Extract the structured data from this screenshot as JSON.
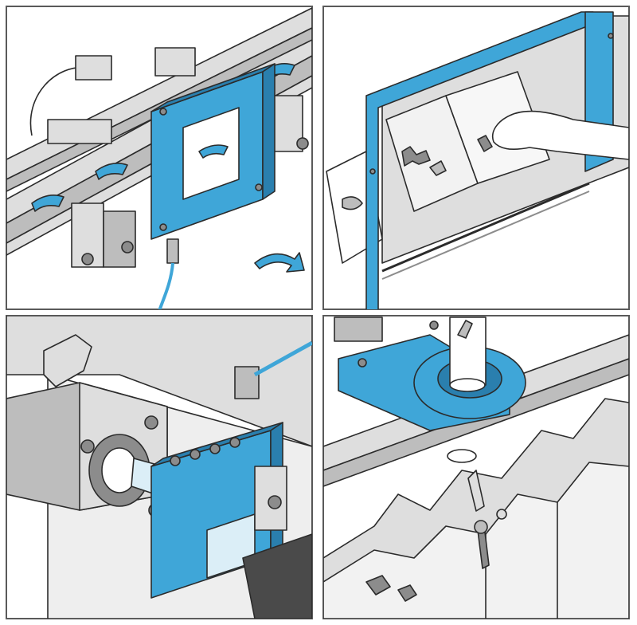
{
  "figure": {
    "panels": [
      {
        "id": "panel-1",
        "icons": [
          "frame-sensor-icon",
          "conveyor-icon",
          "cable-icon",
          "flow-arrow-icon"
        ]
      },
      {
        "id": "panel-2",
        "icons": [
          "light-curtain-icon",
          "parts-bin-icon",
          "hand-icon"
        ]
      },
      {
        "id": "panel-3",
        "icons": [
          "frame-sensor-icon",
          "cylinder-icon",
          "elbow-fitting-icon",
          "cable-icon"
        ]
      },
      {
        "id": "panel-4",
        "icons": [
          "ring-sensor-icon",
          "tube-icon",
          "screw-icon",
          "tray-icon"
        ]
      }
    ]
  },
  "colors": {
    "accent": "#3fa6d8",
    "accent_dark": "#2a7fae",
    "line": "#2b2b2b",
    "gray_light": "#dedede",
    "gray_mid": "#bdbdbd",
    "gray_dark": "#8c8c8c",
    "panel_border": "#5a5a5a",
    "background": "#ffffff"
  }
}
